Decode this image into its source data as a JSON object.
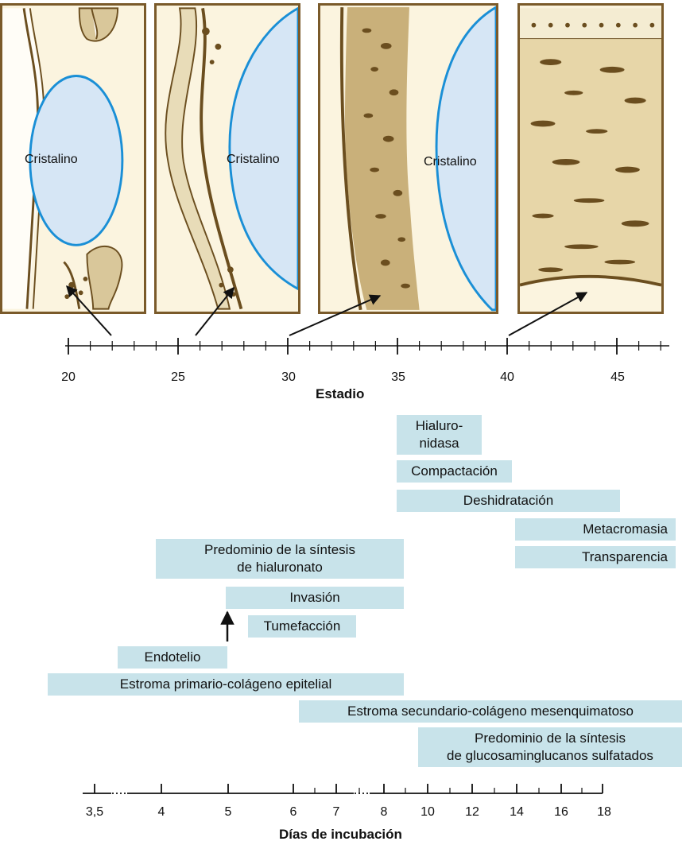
{
  "panels": {
    "lens_label": "Cristalino"
  },
  "stage_axis": {
    "title": "Estadio",
    "ticks": [
      "20",
      "25",
      "30",
      "35",
      "40",
      "45"
    ]
  },
  "bars": {
    "hialuronidasa": "Hialuro-\nnidasa",
    "compactacion": "Compactación",
    "deshidratacion": "Deshidratación",
    "metacromasia": "Metacromasia",
    "transparencia": "Transparencia",
    "hialuronato": "Predominio de la síntesis\nde hialuronato",
    "invasion": "Invasión",
    "tumefaccion": "Tumefacción",
    "endotelio": "Endotelio",
    "estroma_primario": "Estroma primario-colágeno epitelial",
    "estroma_secundario": "Estroma secundario-colágeno mesenquimatoso",
    "glucosaminglucanos": "Predominio de la síntesis\nde glucosaminglucanos sulfatados"
  },
  "days_axis": {
    "title": "Días de incubación",
    "ticks": [
      "3,5",
      "4",
      "5",
      "6",
      "7",
      "8",
      "10",
      "12",
      "14",
      "16",
      "18"
    ]
  },
  "colors": {
    "bar_fill": "#c8e3ea",
    "lens_fill": "#d6e6f5",
    "lens_outline": "#1a8fd6",
    "tissue": "#6b4e1f",
    "panel_bg": "#fbf4df",
    "panel_border": "#7a5a2a"
  }
}
